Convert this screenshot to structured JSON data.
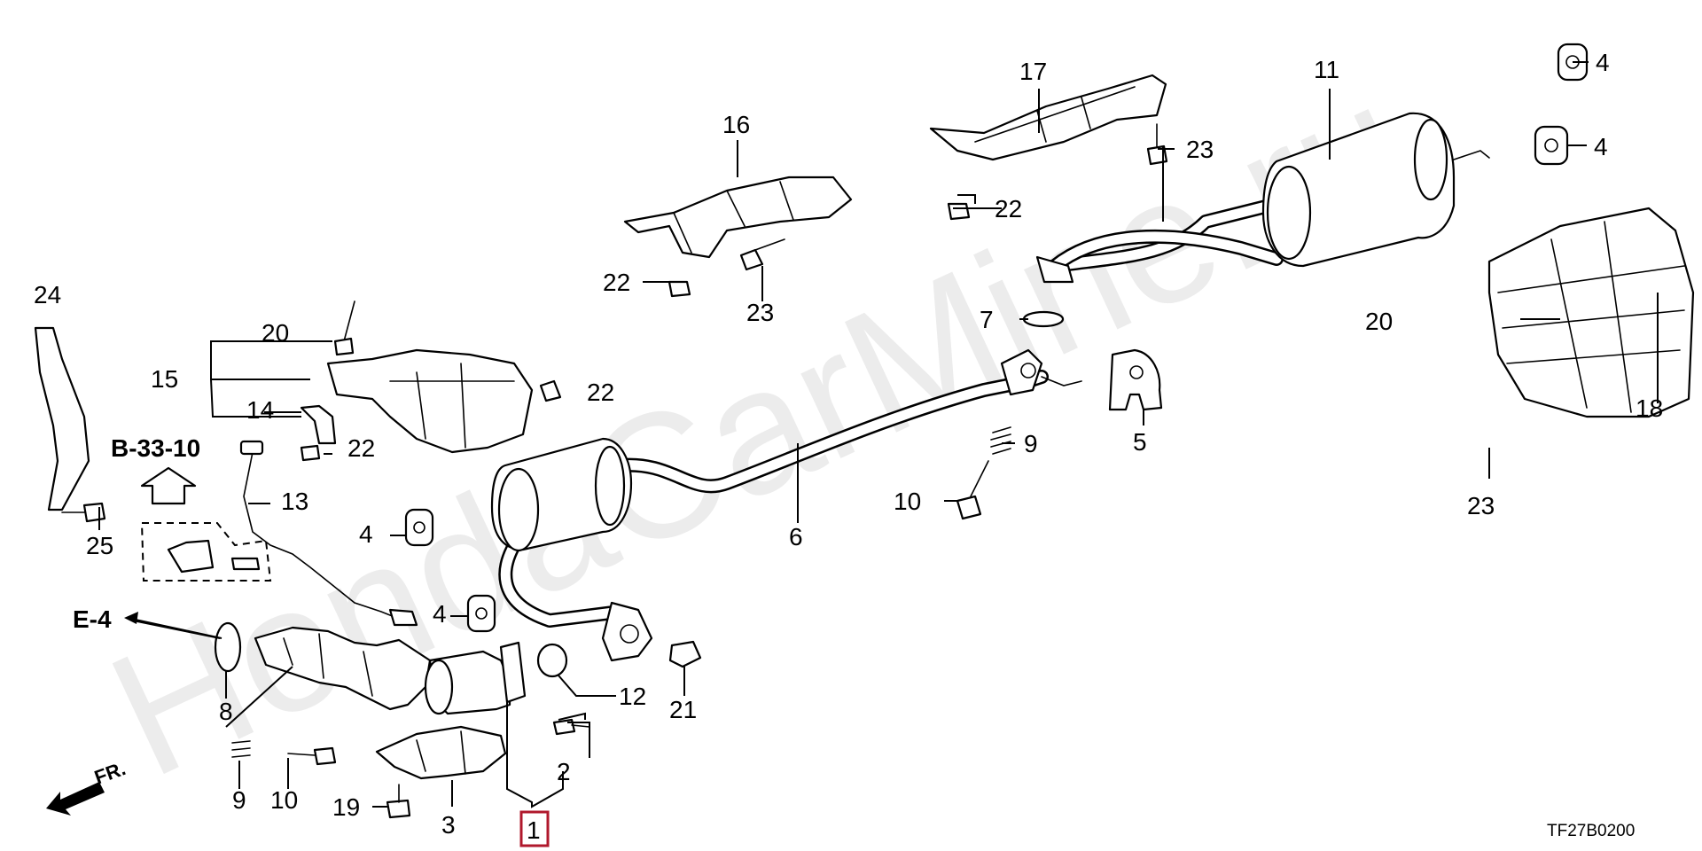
{
  "watermark": "HondaCarMine.ru",
  "diagram_code": "TF27B0200",
  "references": {
    "b_ref": "B-33-10",
    "e_ref": "E-4",
    "front": "FR."
  },
  "callouts": {
    "c1": "1",
    "c2": "2",
    "c3": "3",
    "c4a": "4",
    "c4b": "4",
    "c4c": "4",
    "c4d": "4",
    "c5": "5",
    "c6": "6",
    "c7": "7",
    "c8": "8",
    "c9a": "9",
    "c9b": "9",
    "c10a": "10",
    "c10b": "10",
    "c11": "11",
    "c12": "12",
    "c13": "13",
    "c14": "14",
    "c15": "15",
    "c16": "16",
    "c17": "17",
    "c18": "18",
    "c19": "19",
    "c20a": "20",
    "c20b": "20",
    "c21": "21",
    "c22a": "22",
    "c22b": "22",
    "c22c": "22",
    "c22d": "22",
    "c23a": "23",
    "c23b": "23",
    "c23c": "23",
    "c24": "24",
    "c25": "25"
  }
}
